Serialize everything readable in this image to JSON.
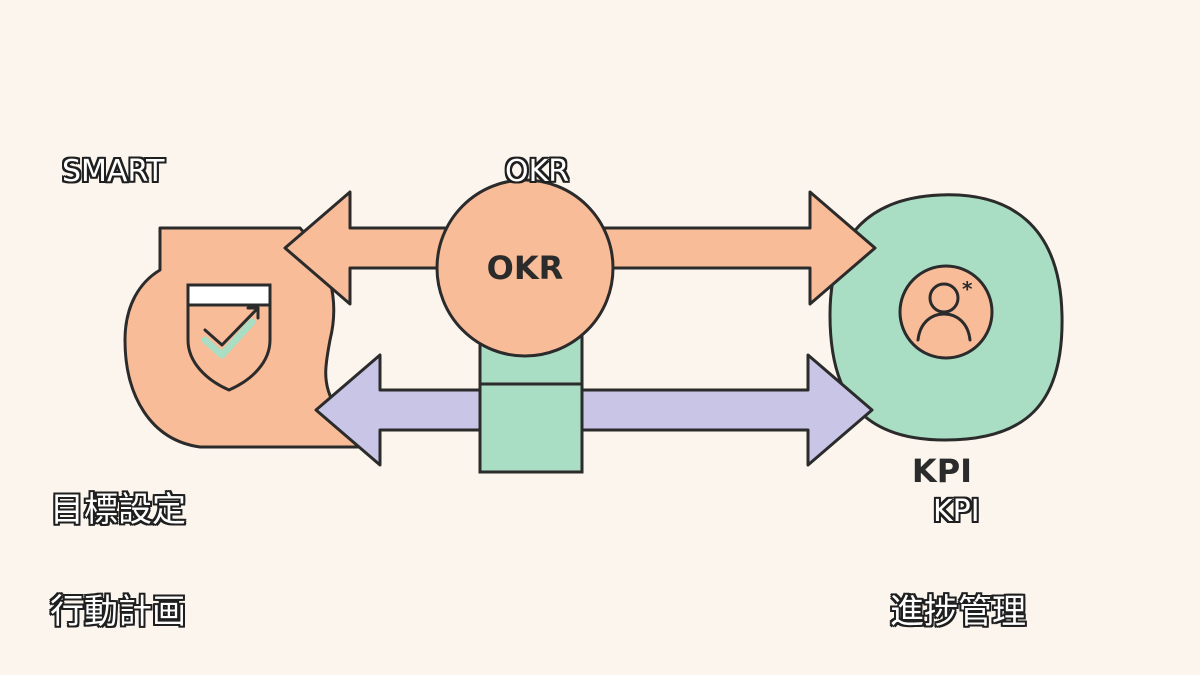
{
  "labels": {
    "smart": "SMART",
    "okr_top": "OKR",
    "goal_setting": "目標設定",
    "kpi_bottom": "KPI",
    "action_plan": "行動計画",
    "progress_management": "進捗管理"
  },
  "nodes": {
    "okr_circle_label": "OKR",
    "kpi_label": "KPI"
  },
  "colors": {
    "background": "#fbf5ee",
    "orange": "#f8bc98",
    "green": "#a9dec4",
    "purple": "#c9c5e6",
    "outline": "#2b2b2b"
  },
  "icons": {
    "goal_node": "shield-check-icon",
    "kpi_node": "person-icon"
  }
}
